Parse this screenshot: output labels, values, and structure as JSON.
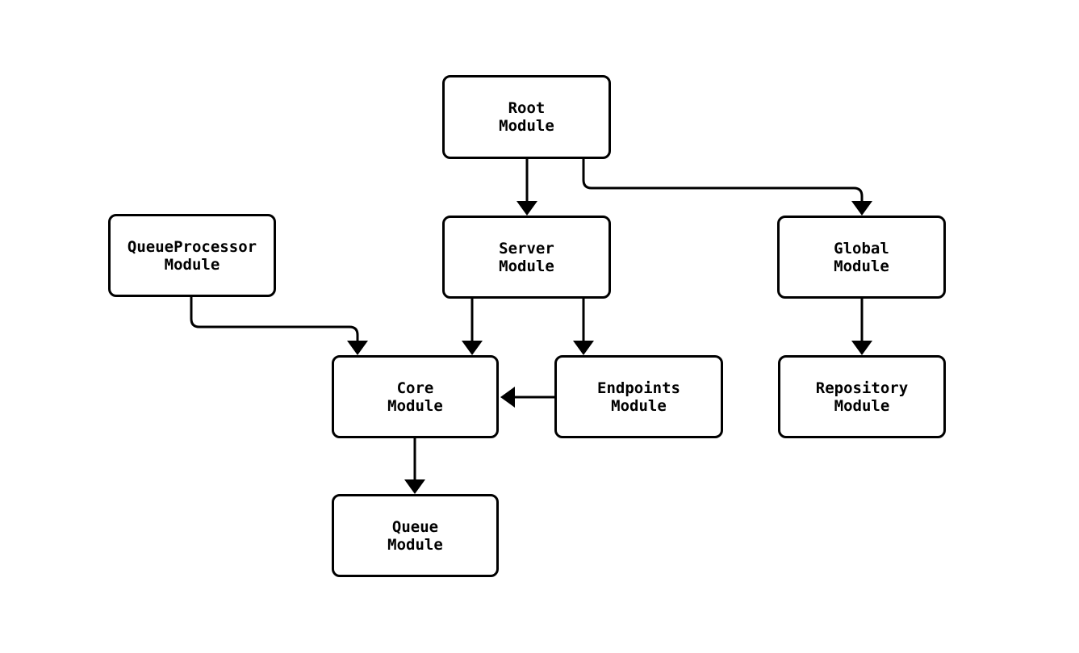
{
  "diagram": {
    "type": "flowchart",
    "direction": "top-down",
    "nodes": [
      {
        "id": "root",
        "label": "Root\nModule"
      },
      {
        "id": "server",
        "label": "Server\nModule"
      },
      {
        "id": "global",
        "label": "Global\nModule"
      },
      {
        "id": "queueprocessor",
        "label": "QueueProcessor\nModule"
      },
      {
        "id": "core",
        "label": "Core\nModule"
      },
      {
        "id": "endpoints",
        "label": "Endpoints\nModule"
      },
      {
        "id": "repository",
        "label": "Repository\nModule"
      },
      {
        "id": "queue",
        "label": "Queue\nModule"
      }
    ],
    "edges": [
      {
        "from": "root",
        "to": "server"
      },
      {
        "from": "root",
        "to": "global"
      },
      {
        "from": "queueprocessor",
        "to": "core"
      },
      {
        "from": "server",
        "to": "core"
      },
      {
        "from": "server",
        "to": "endpoints"
      },
      {
        "from": "endpoints",
        "to": "core"
      },
      {
        "from": "global",
        "to": "repository"
      },
      {
        "from": "core",
        "to": "queue"
      }
    ],
    "colors": {
      "background": "#ffffff",
      "node_fill": "#ffffff",
      "node_border": "#000000",
      "edge": "#000000",
      "text": "#000000"
    }
  }
}
